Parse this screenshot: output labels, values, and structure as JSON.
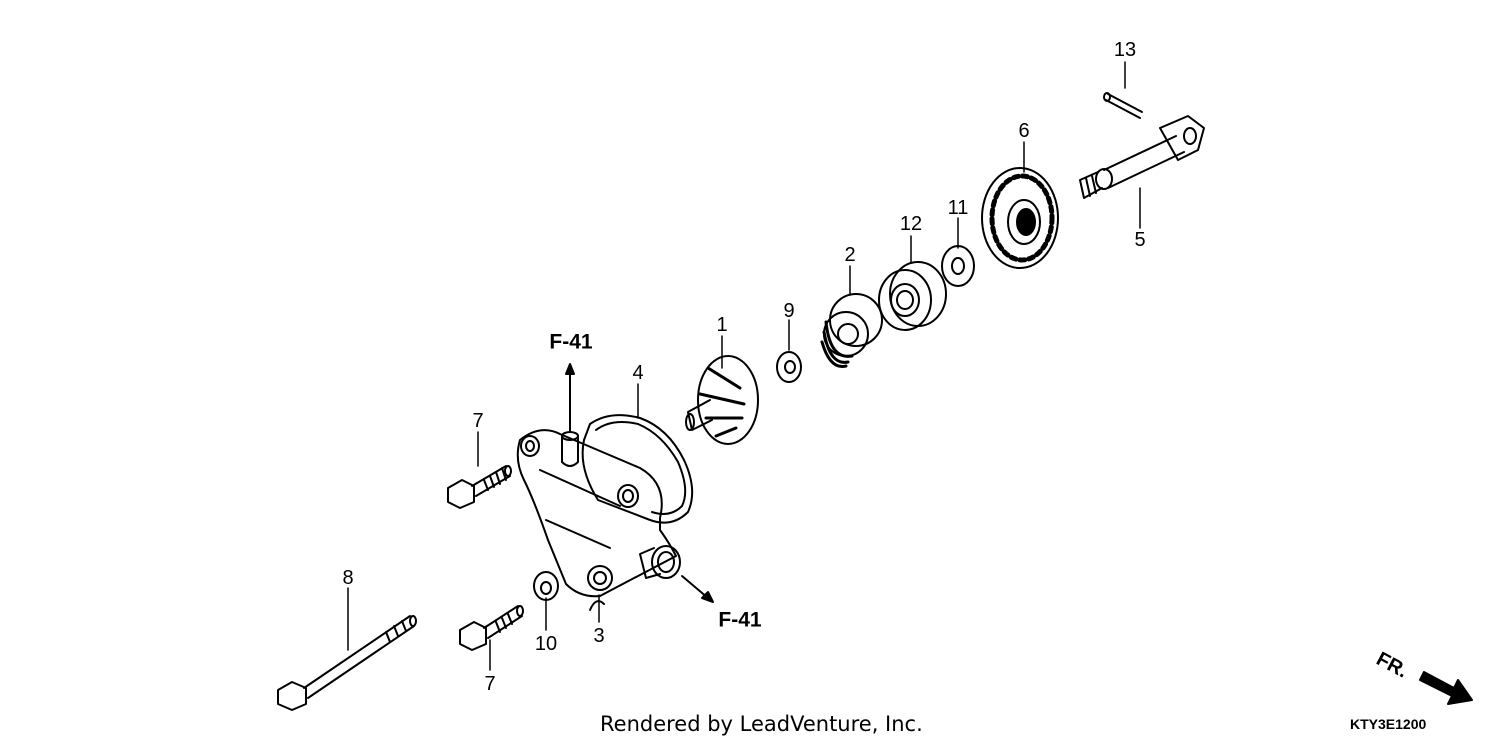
{
  "part_numbers": {
    "p1": "1",
    "p2": "2",
    "p3": "3",
    "p4": "4",
    "p5": "5",
    "p6": "6",
    "p7a": "7",
    "p7b": "7",
    "p8": "8",
    "p9": "9",
    "p10": "10",
    "p11": "11",
    "p12": "12",
    "p13": "13"
  },
  "references": {
    "ref_top": "F-41",
    "ref_bottom": "F-41"
  },
  "footer": {
    "credit": "Rendered by LeadVenture, Inc.",
    "diagram_code": "KTY3E1200"
  },
  "direction": {
    "label": "FR."
  }
}
